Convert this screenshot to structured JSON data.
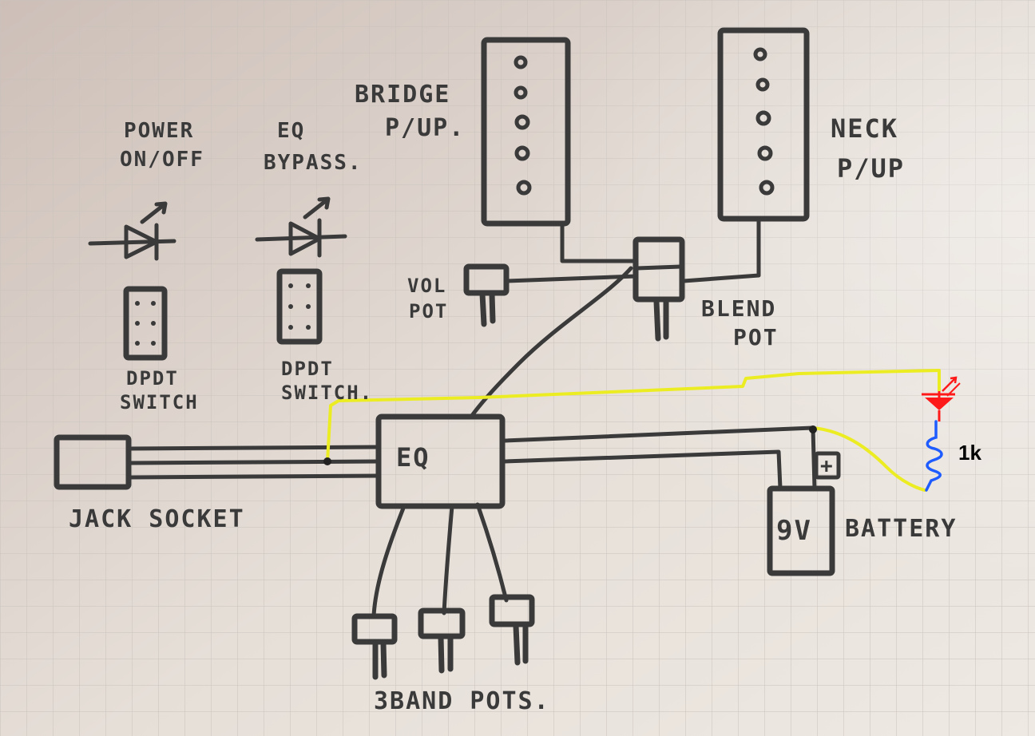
{
  "labels": {
    "bridge_pickup": [
      "BRIDGE",
      "P/UP."
    ],
    "neck_pickup": [
      "NECK",
      "P/UP"
    ],
    "power_switch": [
      "POWER",
      "ON/OFF"
    ],
    "eq_bypass": [
      "EQ",
      "BYPASS."
    ],
    "dpdt_1": [
      "DPDT",
      "SWITCH"
    ],
    "dpdt_2": [
      "DPDT",
      "SWITCH."
    ],
    "vol_pot": [
      "VOL",
      "POT"
    ],
    "blend_pot": [
      "BLEND",
      "POT"
    ],
    "eq": "EQ",
    "jack_socket": "JACK SOCKET",
    "battery_value": "9V",
    "battery": "BATTERY",
    "three_band_pots": "3BAND POTS.",
    "resistor_value": "1k",
    "battery_plus": "+"
  },
  "colors": {
    "paper": "#e4ddd6",
    "ink": "#3a3a3a",
    "yellow_wire": "#ecec22",
    "led": "#ff1a1a",
    "resistor": "#1f5cff"
  }
}
